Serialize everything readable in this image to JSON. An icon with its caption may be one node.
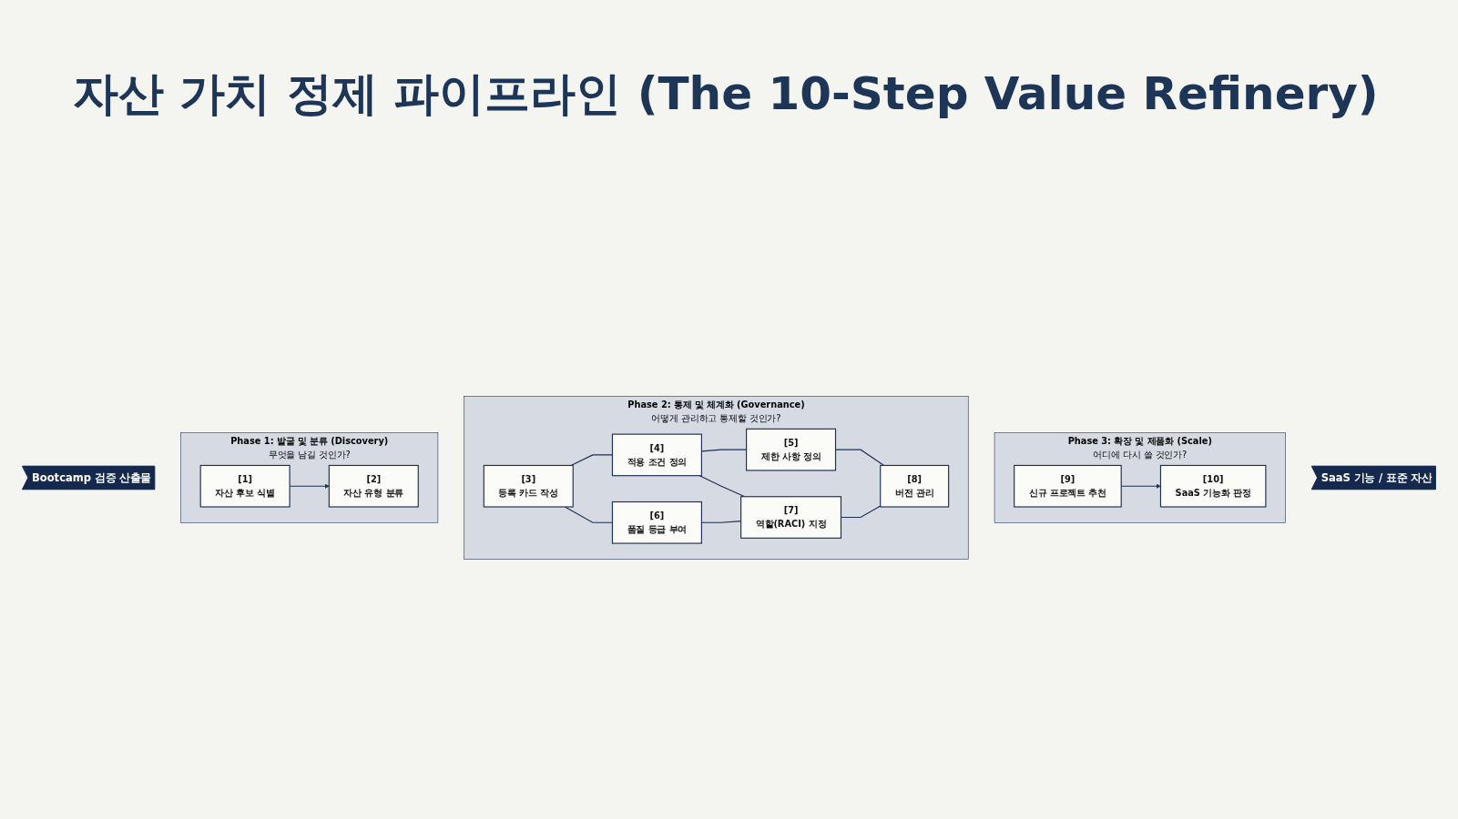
{
  "diagram": {
    "title": "자산 가치 정제 파이프라인 (The 10-Step Value Refinery)",
    "nodes": [
      {
        "text": [
          "Bootcamp 검증 산출물"
        ]
      },
      {
        "text": [
          "Phase 1: 발굴 및 분류 (Discovery)",
          "무엇을 남길 것인가?"
        ]
      },
      {
        "text": [
          "[1]",
          "자산 후보 식별"
        ],
        "in": 1
      },
      {
        "text": [
          "[2]",
          "자산 유형 분류"
        ],
        "in": 1
      },
      {
        "text": [
          "Phase 2: 통제 및 체계화 (Governance)",
          "어떻게 관리하고 통제할 것인가?"
        ]
      },
      {
        "text": [
          "[3]",
          "등록 카드 작성"
        ],
        "in": 4
      },
      {
        "text": [
          "[4]",
          "적용 조건 정의"
        ],
        "in": 4
      },
      {
        "text": [
          "[5]",
          "제한 사항 정의"
        ],
        "in": 4
      },
      {
        "text": [
          "[6]",
          "품질 등급 부여"
        ],
        "in": 4
      },
      {
        "text": [
          "[7]",
          "역할(RACI) 지정"
        ],
        "in": 4
      },
      {
        "text": [
          "[8]",
          "버전 관리"
        ],
        "in": 4
      },
      {
        "text": [
          "Phase 3: 확장 및 제품화 (Scale)",
          "어디에 다시 쓸 것인가?"
        ]
      },
      {
        "text": [
          "[9]",
          "신규 프로젝트 추천"
        ],
        "in": 11
      },
      {
        "text": [
          "[10]",
          "SaaS 기능화 판정"
        ],
        "in": 11
      },
      {
        "text": [
          "SaaS 기능 / 표준 자산"
        ]
      }
    ],
    "edges": [
      {
        "from": 2,
        "to": 3,
        "arrow": "to"
      },
      {
        "from": 5,
        "to": 6,
        "arrow": "none"
      },
      {
        "from": 6,
        "to": 7,
        "arrow": "none"
      },
      {
        "from": 5,
        "to": 8,
        "arrow": "none"
      },
      {
        "from": 6,
        "to": 9,
        "arrow": "none"
      },
      {
        "from": 7,
        "to": 10,
        "arrow": "none"
      },
      {
        "from": 8,
        "to": 9,
        "arrow": "none"
      },
      {
        "from": 9,
        "to": 10,
        "arrow": "none"
      },
      {
        "from": 12,
        "to": 13,
        "arrow": "to"
      }
    ]
  }
}
